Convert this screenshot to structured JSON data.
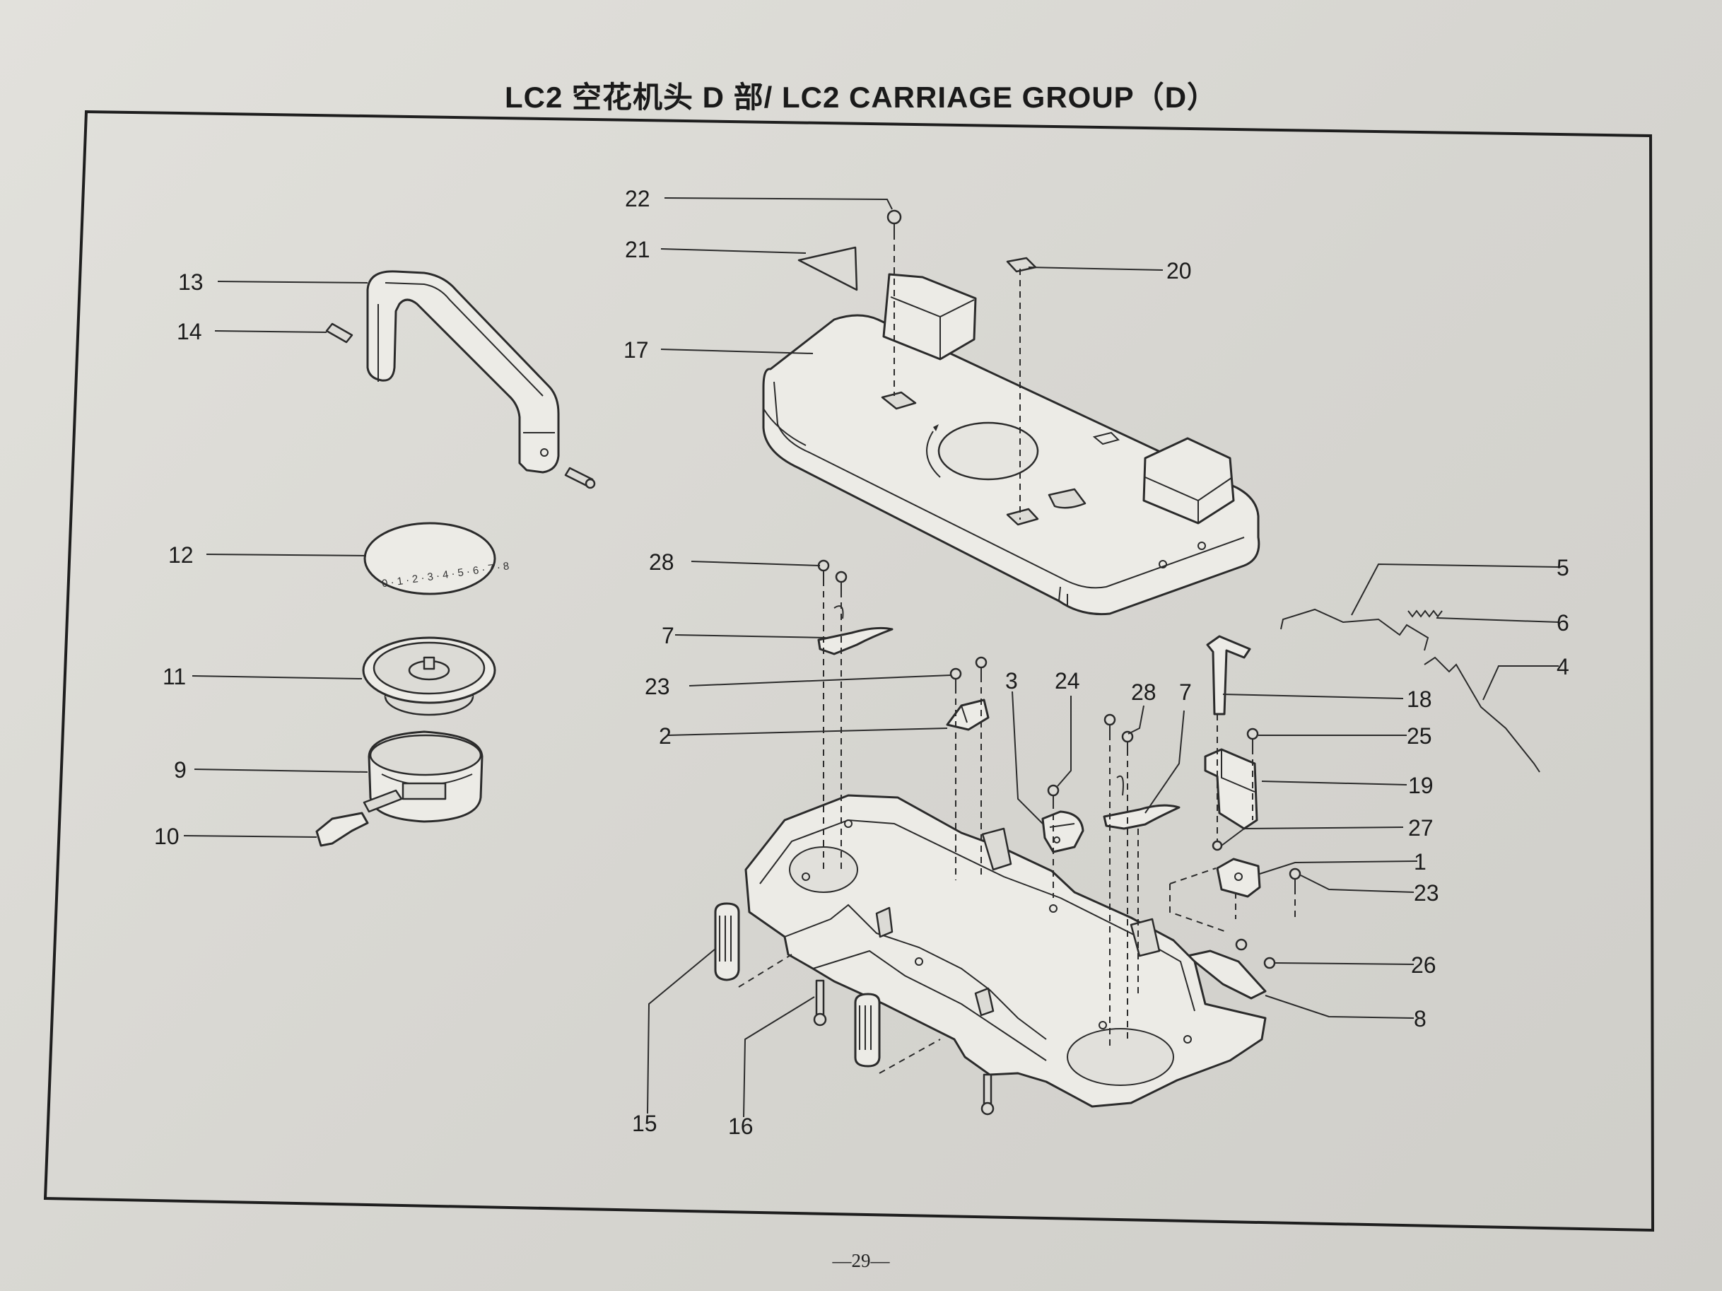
{
  "title": "LC2 空花机头 D 部/ LC2 CARRIAGE GROUP（D）",
  "page_number": "—29—",
  "dial_numbers": "0 · 1 · 2 · 3 · 4 · 5 · 6 · 7 · 8",
  "callouts": [
    {
      "id": "c22",
      "text": "22"
    },
    {
      "id": "c21",
      "text": "21"
    },
    {
      "id": "c20",
      "text": "20"
    },
    {
      "id": "c13",
      "text": "13"
    },
    {
      "id": "c14",
      "text": "14"
    },
    {
      "id": "c17",
      "text": "17"
    },
    {
      "id": "c12",
      "text": "12"
    },
    {
      "id": "c28a",
      "text": "28"
    },
    {
      "id": "c5",
      "text": "5"
    },
    {
      "id": "c6",
      "text": "6"
    },
    {
      "id": "c7a",
      "text": "7"
    },
    {
      "id": "c4",
      "text": "4"
    },
    {
      "id": "c11",
      "text": "11"
    },
    {
      "id": "c23a",
      "text": "23"
    },
    {
      "id": "c3",
      "text": "3"
    },
    {
      "id": "c24",
      "text": "24"
    },
    {
      "id": "c28b",
      "text": "28"
    },
    {
      "id": "c7b",
      "text": "7"
    },
    {
      "id": "c18",
      "text": "18"
    },
    {
      "id": "c2",
      "text": "2"
    },
    {
      "id": "c25",
      "text": "25"
    },
    {
      "id": "c9",
      "text": "9"
    },
    {
      "id": "c19",
      "text": "19"
    },
    {
      "id": "c10",
      "text": "10"
    },
    {
      "id": "c27",
      "text": "27"
    },
    {
      "id": "c1",
      "text": "1"
    },
    {
      "id": "c23b",
      "text": "23"
    },
    {
      "id": "c26",
      "text": "26"
    },
    {
      "id": "c8",
      "text": "8"
    },
    {
      "id": "c15",
      "text": "15"
    },
    {
      "id": "c16",
      "text": "16"
    }
  ]
}
